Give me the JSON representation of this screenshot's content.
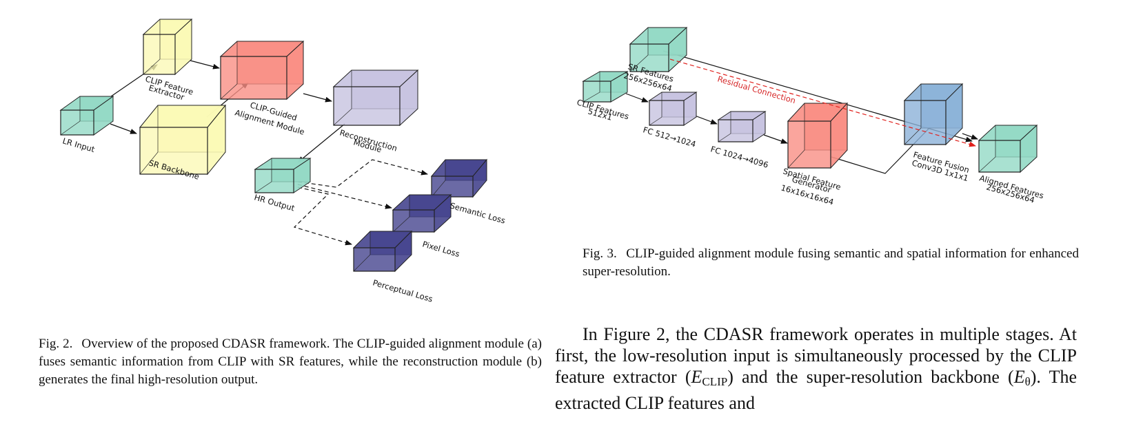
{
  "fig2": {
    "labels": {
      "lr_input": "LR Input",
      "clip_extractor_1": "CLIP Feature",
      "clip_extractor_2": "Extractor",
      "sr_backbone": "SR Backbone",
      "alignment_1": "CLIP-Guided",
      "alignment_2": "Alignment Module",
      "reconstruction_1": "Reconstruction",
      "reconstruction_2": "Module",
      "hr_output": "HR Output",
      "semantic_loss": "Semantic Loss",
      "pixel_loss": "Pixel Loss",
      "perceptual_loss": "Perceptual Loss"
    },
    "caption_label": "Fig. 2.",
    "caption_text": "Overview of the proposed CDASR framework. The CLIP-guided alignment module (a) fuses semantic information from CLIP with SR features, while the reconstruction module (b) generates the final high-resolution output."
  },
  "fig3": {
    "labels": {
      "sr_features_1": "SR Features",
      "sr_features_2": "256x256x64",
      "clip_features_1": "CLIP Features",
      "clip_features_2": "512x1",
      "fc1": "FC 512→1024",
      "fc2": "FC 1024→4096",
      "spatial_1": "Spatial Feature",
      "spatial_2": "Generator",
      "spatial_3": "16x16x16x64",
      "fusion_1": "Feature Fusion",
      "fusion_2": "Conv3D 1x1x1",
      "aligned_1": "Aligned Features",
      "aligned_2": "256x256x64",
      "residual": "Residual Connection"
    },
    "caption_label": "Fig. 3.",
    "caption_text": "CLIP-guided alignment module fusing semantic and spatial information for enhanced super-resolution."
  },
  "body": {
    "t1": "In Figure 2, the CDASR framework operates in multiple stages. At first, the low-resolution input is simultaneously processed by the CLIP feature extractor (",
    "e": "E",
    "clip_sub": "CLIP",
    "t2": ") and the super-resolution backbone (",
    "theta_sub": "θ",
    "t3": "). The extracted CLIP features and"
  },
  "colors": {
    "teal": "#93d9c5",
    "yellow": "#fbf9b6",
    "red": "#f98e84",
    "lavender": "#c7c3e0",
    "navy": "#46458e",
    "blue": "#8cb2d8",
    "residual": "#d62728"
  }
}
